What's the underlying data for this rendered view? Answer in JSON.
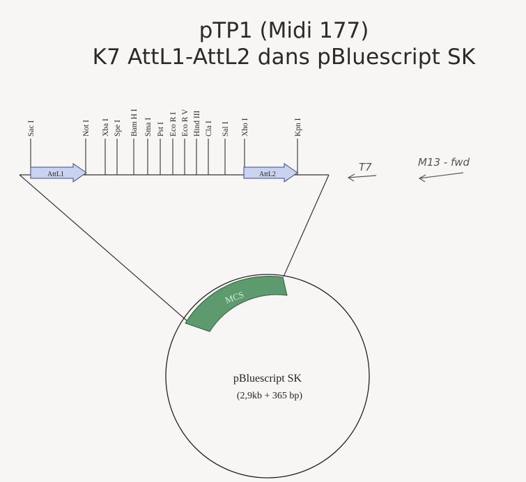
{
  "title": {
    "line1": "pTP1 (Midi 177)",
    "line2": "K7 AttL1-AttL2 dans pBluescript SK"
  },
  "insert": {
    "sites": [
      "Sac I",
      "Not I",
      "Xba I",
      "Spe I",
      "Bam H I",
      "Sma I",
      "Pst I",
      "Eco R I",
      "Eco R V",
      "Hind III",
      "Cla I",
      "Sal I",
      "Xho I",
      "Kpn I"
    ],
    "left_arrow_label": "AttL1",
    "right_arrow_label": "AttL2",
    "colors": {
      "arrow_fill": "#c9d3ef",
      "arrow_stroke": "#3c4a8a"
    }
  },
  "plasmid": {
    "name": "pBluescript SK",
    "size": "(2,9kb + 365 bp)",
    "segment_label": "MCS",
    "colors": {
      "segment_fill": "#5d9a6e",
      "segment_text": "#d9e8dc"
    }
  },
  "handwritten": {
    "primer_left": "T7",
    "primer_right": "M13 - fwd"
  }
}
